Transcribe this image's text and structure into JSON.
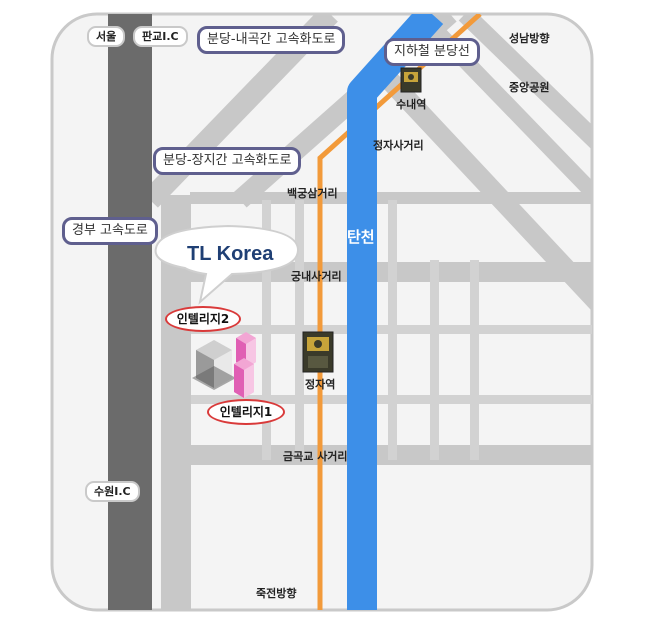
{
  "labels": {
    "seoul": "서울",
    "pangyo_ic": "판교I.C",
    "bundang_naegok": "분당-내곡간 고속화도로",
    "subway_bundang_line": "지하철 분당선",
    "seongnam": "성남방향",
    "sunae_station": "수내역",
    "central_park": "중앙공원",
    "jeongja_intersection": "정자사거리",
    "bundang_jangji": "분당-장지간 고속화도로",
    "baekgung_intersection": "백궁삼거리",
    "gyeongbu": "경부 고속도로",
    "tancheon": "탄천",
    "tl_korea": "TL Korea",
    "gungnae_intersection": "궁내사거리",
    "intelligy2": "인텔리지2",
    "jeongja_station": "정자역",
    "intelligy1": "인텔리지1",
    "geumgokgyo_intersection": "금곡교 사거리",
    "suwon_ic": "수원I.C",
    "jukjeon": "죽전방향"
  },
  "colors": {
    "road": "#c8c8c8",
    "expressway": "#6b6b6b",
    "river": "#3d8fe8",
    "subway_line": "#f29a3a",
    "label_border": "#5f5f8e",
    "building_pink": "#e05fb4",
    "building_gray": "#9a9a9a"
  }
}
